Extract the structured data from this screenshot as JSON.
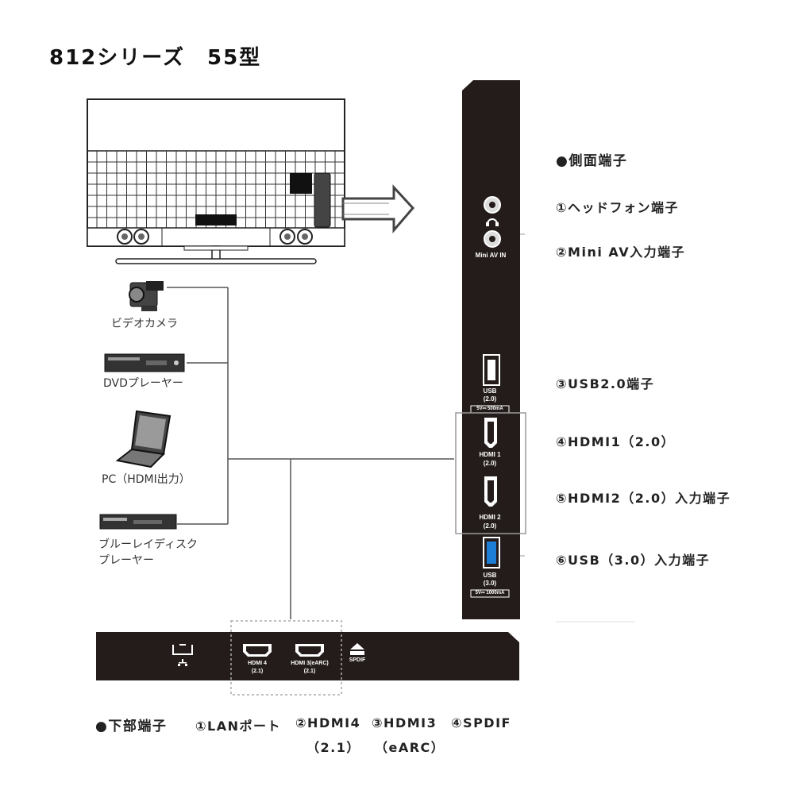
{
  "title": "812シリーズ　55型",
  "side_section": {
    "heading": "●側面端子",
    "items": [
      "①ヘッドフォン端子",
      "②Mini AV入力端子",
      "③USB2.0端子",
      "④HDMI1（2.0）",
      "⑤HDMI2（2.0）入力端子",
      "⑥USB（3.0）入力端子"
    ],
    "panel_labels": {
      "mini_av": "Mini AV IN",
      "usb2": "USB\n(2.0)",
      "usb2_rating": "5V⎓ 500mA",
      "hdmi1": "HDMI 1\n(2.0)",
      "hdmi2": "HDMI 2\n(2.0)",
      "usb3": "USB\n(3.0)",
      "usb3_rating": "5V⎓ 1000mA"
    }
  },
  "devices": [
    {
      "label": "ビデオカメラ",
      "icon": "camcorder-icon"
    },
    {
      "label": "DVDプレーヤー",
      "icon": "dvd-player-icon"
    },
    {
      "label": "PC（HDMI出力）",
      "icon": "laptop-icon"
    },
    {
      "label": "ブルーレイディスク\nプレーヤー",
      "icon": "bluray-player-icon"
    }
  ],
  "bottom_section": {
    "heading": "●下部端子",
    "items": [
      "①LANポート",
      "②HDMI4",
      "③HDMI3",
      "④SPDIF"
    ],
    "subs": [
      "（2.1）",
      "（eARC）"
    ],
    "panel_labels": {
      "hdmi4": "HDMI 4\n(2.1)",
      "hdmi3": "HDMI 3(eARC)\n(2.1)",
      "spdif": "SPDIF"
    }
  },
  "colors": {
    "panel": "#231c1a",
    "accent_usb3": "#1e7fd6",
    "line": "#555555"
  }
}
